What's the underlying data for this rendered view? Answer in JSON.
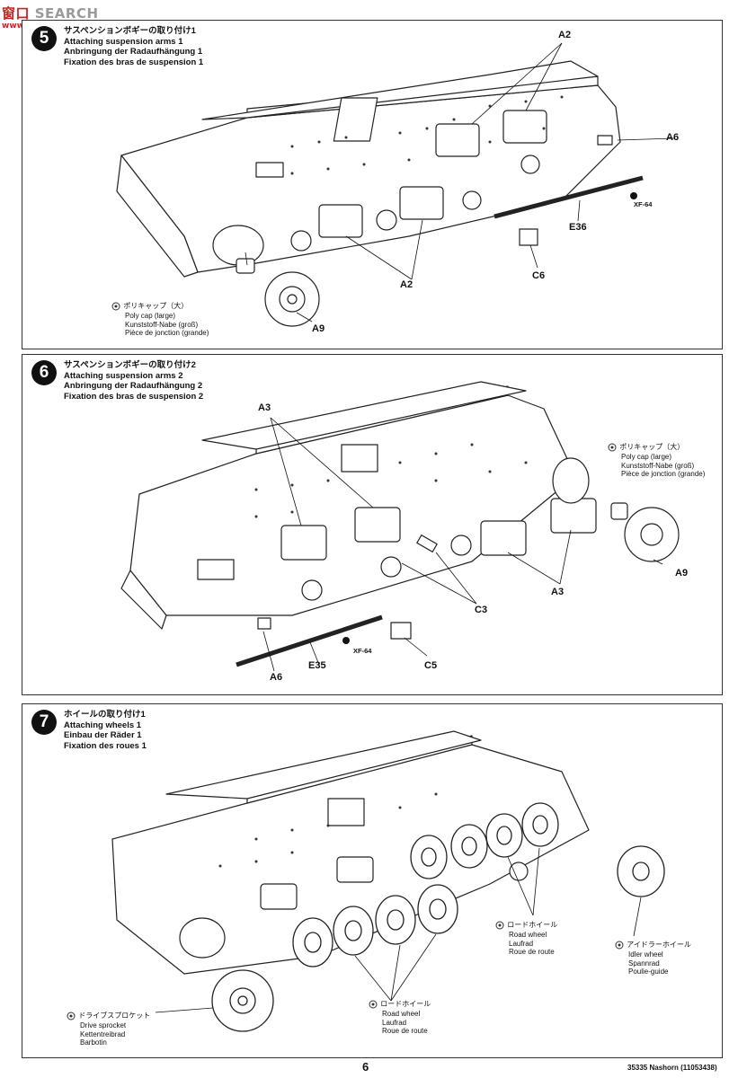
{
  "watermark": {
    "part1": "窗口",
    "part2": "SEARCH",
    "url": "www.mou..."
  },
  "steps": [
    {
      "number": "5",
      "title_jp": "サスペンションボギーの取り付け1",
      "title_en": "Attaching suspension arms 1",
      "title_de": "Anbringung der Radaufhängung 1",
      "title_fr": "Fixation des bras de suspension 1",
      "labels": {
        "a2_top": "A2",
        "a6": "A6",
        "xf64": "XF-64",
        "e36": "E36",
        "a2_bottom": "A2",
        "c6": "C6",
        "a9": "A9"
      },
      "note": {
        "jp": "ポリキャップ（大）",
        "en": "Poly cap (large)",
        "de": "Kunststoff-Nabe (groß)",
        "fr": "Pièce de jonction (grande)"
      }
    },
    {
      "number": "6",
      "title_jp": "サスペンションボギーの取り付け2",
      "title_en": "Attaching suspension arms 2",
      "title_de": "Anbringung der Radaufhängung 2",
      "title_fr": "Fixation des bras de suspension 2",
      "labels": {
        "a3_top": "A3",
        "a9": "A9",
        "a3_right": "A3",
        "c3": "C3",
        "xf64": "XF-64",
        "c5": "C5",
        "e35": "E35",
        "a6": "A6"
      },
      "note": {
        "jp": "ポリキャップ（大）",
        "en": "Poly cap (large)",
        "de": "Kunststoff-Nabe (groß)",
        "fr": "Pièce de jonction (grande)"
      }
    },
    {
      "number": "7",
      "title_jp": "ホイールの取り付け1",
      "title_en": "Attaching wheels 1",
      "title_de": "Einbau der Räder 1",
      "title_fr": "Fixation des roues 1",
      "road_wheel_1": {
        "jp": "ロードホイール",
        "en": "Road wheel",
        "de": "Laufrad",
        "fr": "Roue de route"
      },
      "idler": {
        "jp": "アイドラーホイール",
        "en": "Idler wheel",
        "de": "Spannrad",
        "fr": "Poulie-guide"
      },
      "road_wheel_2": {
        "jp": "ロードホイール",
        "en": "Road wheel",
        "de": "Laufrad",
        "fr": "Roue de route"
      },
      "sprocket": {
        "jp": "ドライブスプロケット",
        "en": "Drive sprocket",
        "de": "Kettentreibrad",
        "fr": "Barbotin"
      }
    }
  ],
  "footer": {
    "page": "6",
    "code": "35335  Nashorn (11053438)"
  }
}
